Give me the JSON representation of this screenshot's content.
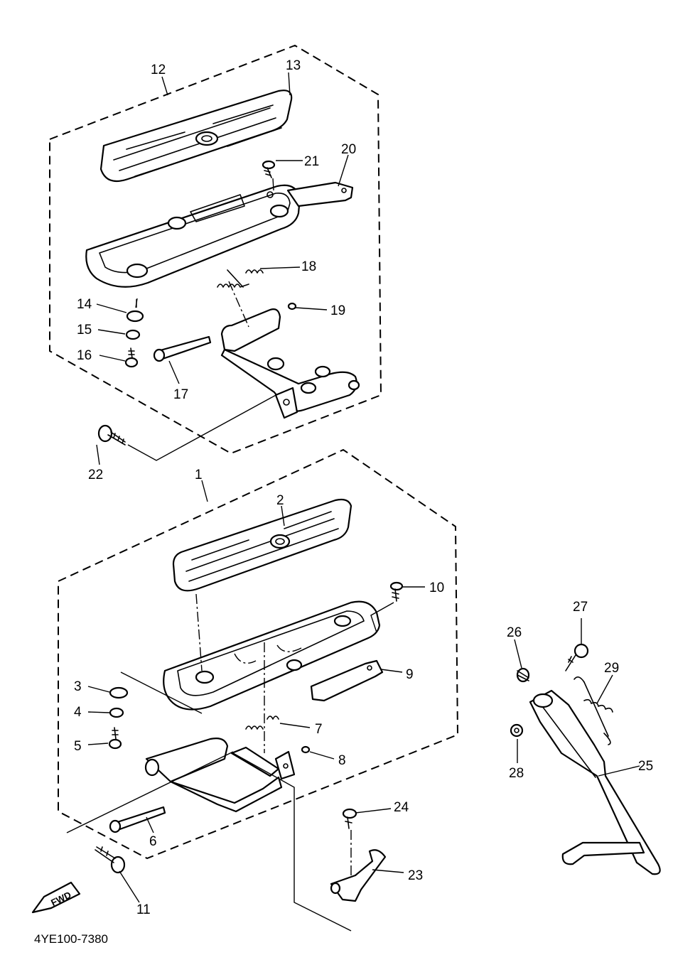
{
  "diagram": {
    "part_code": "4YE100-7380",
    "fwd_label": "FWD",
    "callouts": [
      {
        "id": "1",
        "label": "1"
      },
      {
        "id": "2",
        "label": "2"
      },
      {
        "id": "3",
        "label": "3"
      },
      {
        "id": "4",
        "label": "4"
      },
      {
        "id": "5",
        "label": "5"
      },
      {
        "id": "6",
        "label": "6"
      },
      {
        "id": "7",
        "label": "7"
      },
      {
        "id": "8",
        "label": "8"
      },
      {
        "id": "9",
        "label": "9"
      },
      {
        "id": "10",
        "label": "10"
      },
      {
        "id": "11",
        "label": "11"
      },
      {
        "id": "12",
        "label": "12"
      },
      {
        "id": "13",
        "label": "13"
      },
      {
        "id": "14",
        "label": "14"
      },
      {
        "id": "15",
        "label": "15"
      },
      {
        "id": "16",
        "label": "16"
      },
      {
        "id": "17",
        "label": "17"
      },
      {
        "id": "18",
        "label": "18"
      },
      {
        "id": "19",
        "label": "19"
      },
      {
        "id": "20",
        "label": "20"
      },
      {
        "id": "21",
        "label": "21"
      },
      {
        "id": "22",
        "label": "22"
      },
      {
        "id": "23",
        "label": "23"
      },
      {
        "id": "24",
        "label": "24"
      },
      {
        "id": "25",
        "label": "25"
      },
      {
        "id": "26",
        "label": "26"
      },
      {
        "id": "27",
        "label": "27"
      },
      {
        "id": "28",
        "label": "28"
      },
      {
        "id": "29",
        "label": "29"
      }
    ]
  }
}
